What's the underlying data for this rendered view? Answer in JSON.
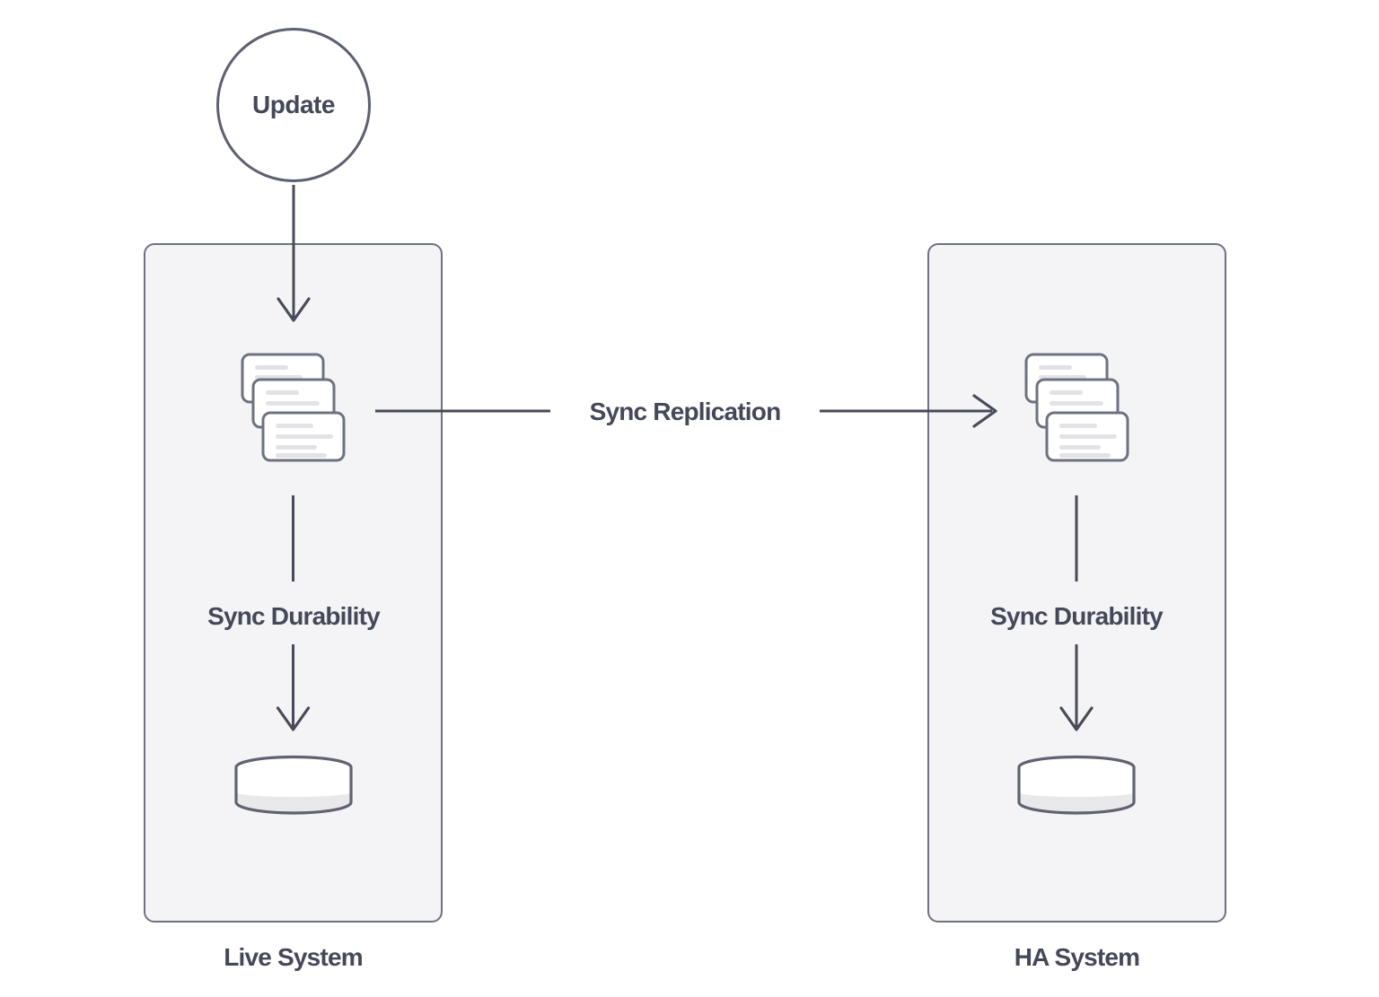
{
  "update_node": {
    "label": "Update",
    "shape": "circle"
  },
  "replication_arrow": {
    "label": "Sync Replication",
    "direction": "left-to-right"
  },
  "systems": [
    {
      "name": "Live System",
      "durability_label": "Sync Durability",
      "icons": [
        "document-stack-icon",
        "database-disk-icon"
      ]
    },
    {
      "name": "HA System",
      "durability_label": "Sync Durability",
      "icons": [
        "document-stack-icon",
        "database-disk-icon"
      ]
    }
  ],
  "colors": {
    "background": "#ffffff",
    "panel_fill": "#f4f4f6",
    "panel_border": "#6e7180",
    "line": "#474a58",
    "text": "#454859",
    "card_fill": "#ffffff",
    "card_border": "#6e7280",
    "card_text_line": "#e3e3e7",
    "cylinder_stroke": "#5f6370",
    "cylinder_band": "#e9e9eb"
  }
}
